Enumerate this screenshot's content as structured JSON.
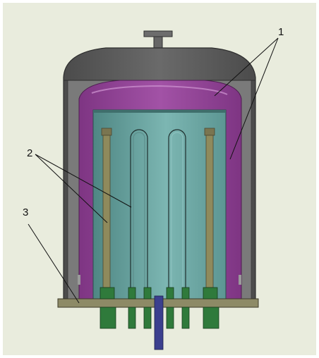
{
  "callouts": [
    {
      "id": "1",
      "text": "1"
    },
    {
      "id": "2",
      "text": "2"
    },
    {
      "id": "3",
      "text": "3"
    }
  ],
  "colors": {
    "background": "#e9ecdd",
    "frame": "#ffffff",
    "outer_shell": "#5d5d5d",
    "shell_dark": "#3f3f3f",
    "outer_shell_inner": "#7a7a7a",
    "magenta_liner": "#8e3f93",
    "magenta_light": "#b466b7",
    "inner_chamber": "#6fa9a6",
    "inner_chamber_dark": "#4f8784",
    "rod": "#8f8a5c",
    "rod_cap": "#7a7550",
    "base_plate": "#8d8a66",
    "connector_green": "#2f7a3b",
    "center_shaft": "#3b3f8e",
    "leader_line": "#111111"
  }
}
